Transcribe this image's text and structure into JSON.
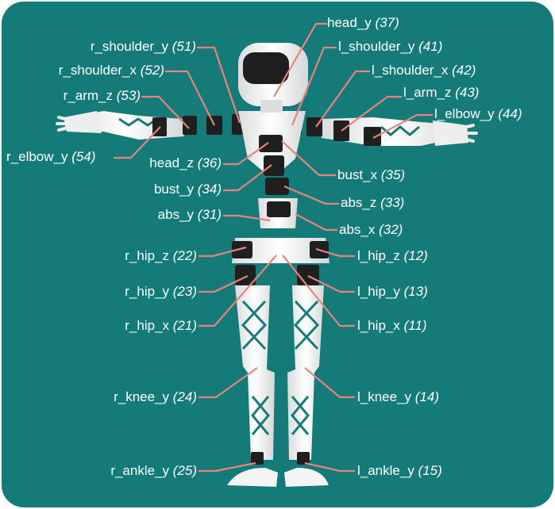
{
  "joints": [
    {
      "key": "head_y",
      "name": "head_y",
      "id": "(37)"
    },
    {
      "key": "r_shoulder_y",
      "name": "r_shoulder_y",
      "id": "(51)"
    },
    {
      "key": "l_shoulder_y",
      "name": "l_shoulder_y",
      "id": "(41)"
    },
    {
      "key": "r_shoulder_x",
      "name": "r_shoulder_x",
      "id": "(52)"
    },
    {
      "key": "l_shoulder_x",
      "name": "l_shoulder_x",
      "id": "(42)"
    },
    {
      "key": "r_arm_z",
      "name": "r_arm_z",
      "id": "(53)"
    },
    {
      "key": "l_arm_z",
      "name": "l_arm_z",
      "id": "(43)"
    },
    {
      "key": "l_elbow_y",
      "name": "l_elbow_y",
      "id": "(44)"
    },
    {
      "key": "r_elbow_y",
      "name": "r_elbow_y",
      "id": "(54)"
    },
    {
      "key": "head_z",
      "name": "head_z",
      "id": "(36)"
    },
    {
      "key": "bust_x",
      "name": "bust_x",
      "id": "(35)"
    },
    {
      "key": "bust_y",
      "name": "bust_y",
      "id": "(34)"
    },
    {
      "key": "abs_z",
      "name": "abs_z",
      "id": "(33)"
    },
    {
      "key": "abs_y",
      "name": "abs_y",
      "id": "(31)"
    },
    {
      "key": "abs_x",
      "name": "abs_x",
      "id": "(32)"
    },
    {
      "key": "r_hip_z",
      "name": "r_hip_z",
      "id": "(22)"
    },
    {
      "key": "l_hip_z",
      "name": "l_hip_z",
      "id": "(12)"
    },
    {
      "key": "r_hip_y",
      "name": "r_hip_y",
      "id": "(23)"
    },
    {
      "key": "l_hip_y",
      "name": "l_hip_y",
      "id": "(13)"
    },
    {
      "key": "r_hip_x",
      "name": "r_hip_x",
      "id": "(21)"
    },
    {
      "key": "l_hip_x",
      "name": "l_hip_x",
      "id": "(11)"
    },
    {
      "key": "r_knee_y",
      "name": "r_knee_y",
      "id": "(24)"
    },
    {
      "key": "l_knee_y",
      "name": "l_knee_y",
      "id": "(14)"
    },
    {
      "key": "r_ankle_y",
      "name": "r_ankle_y",
      "id": "(25)"
    },
    {
      "key": "l_ankle_y",
      "name": "l_ankle_y",
      "id": "(15)"
    }
  ],
  "colors": {
    "background": "#157b78",
    "leader_line": "#e8837b",
    "label_text": "#ffffff",
    "robot_body": "#f2f2f2",
    "motor": "#1f1f1f"
  }
}
